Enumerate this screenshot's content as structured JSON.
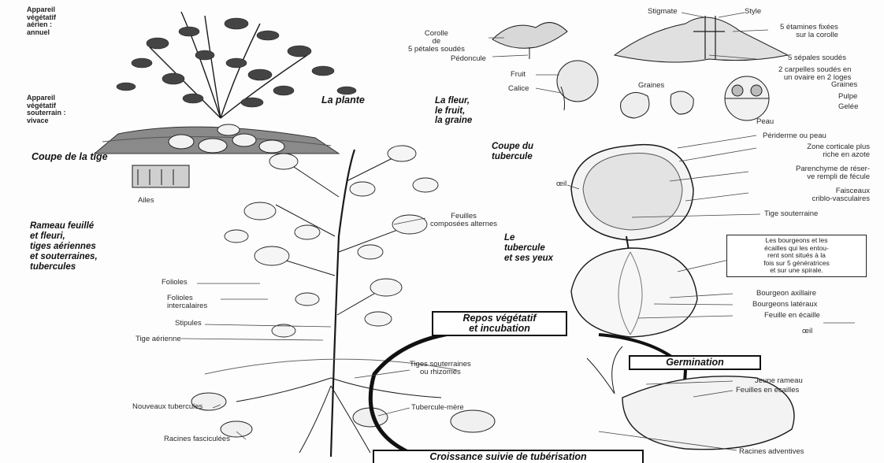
{
  "top_left_labels": {
    "aerien": "Appareil\nvégétatif\naérien :\nannuel",
    "souterrain": "Appareil\nvégétatif\nsouterrain :\nvivace"
  },
  "headings": {
    "la_plante": "La plante",
    "fleur": "La fleur,\nle fruit,\nla graine",
    "coupe_tige": "Coupe de la tige",
    "rameau": "Rameau feuillé\net fleuri,\ntiges aériennes\net souterraines,\ntubercules",
    "coupe_tubercule": "Coupe du\ntubercule",
    "tubercule_yeux": "Le\ntubercule\net ses yeux"
  },
  "flower_labels": {
    "stigmate": "Stigmate",
    "style": "Style",
    "corolle": "Corolle\nde\n5 pétales soudés",
    "etamines": "5 étamines fixées\nsur la corolle",
    "pedoncule": "Pédoncule",
    "sepales": "5 sépales soudés",
    "carpelles": "2 carpelles soudés en\nun ovaire en 2 loges",
    "fruit": "Fruit",
    "calice": "Calice",
    "graines_left": "Graines",
    "graines_right": "Graines",
    "pulpe": "Pulpe",
    "gelee": "Gelée",
    "peau": "Peau"
  },
  "tige_labels": {
    "ailes": "Ailes"
  },
  "tuber_section_labels": {
    "periderme": "Périderme ou peau",
    "zone_corticale": "Zone corticale plus\nriche en azote",
    "parenchyme": "Parenchyme de réser-\nve rempli de fécule",
    "faisceaux": "Faisceaux\ncriblo-vasculaires",
    "oeil": "œil",
    "tige_souterraine": "Tige souterraine"
  },
  "plant_labels": {
    "feuilles_composees": "Feuilles\ncomposées alternes",
    "folioles": "Folioles",
    "folioles_intercalaires": "Folioles\nintercalaires",
    "stipules": "Stipules",
    "tige_aerienne": "Tige aérienne",
    "tiges_souterraines": "Tiges souterraines\nou rhizomes",
    "nouveaux_tubercules": "Nouveaux tubercules",
    "tubercule_mere": "Tubercule-mère",
    "racines_fasciculees": "Racines fasciculées"
  },
  "tuber_eyes_labels": {
    "bourgeons_box": "Les bourgeons et les\nécailles qui les entou-\nrent sont situés à la\nfois sur 5 génératrices\net sur une spirale.",
    "bourgeon_axillaire": "Bourgeon axillaire",
    "bourgeons_lateraux": "Bourgeons latéraux",
    "feuille_ecaille": "Feuille en écaille",
    "oeil": "œil"
  },
  "germination_labels": {
    "jeune_rameau": "Jeune rameau",
    "feuilles_ecailles": "Feuilles en écailles",
    "racines_adventives": "Racines adventives"
  },
  "stage_boxes": {
    "repos": "Repos végétatif\net incubation",
    "germination": "Germination",
    "croissance": "Croissance suivie de tubérisation"
  }
}
